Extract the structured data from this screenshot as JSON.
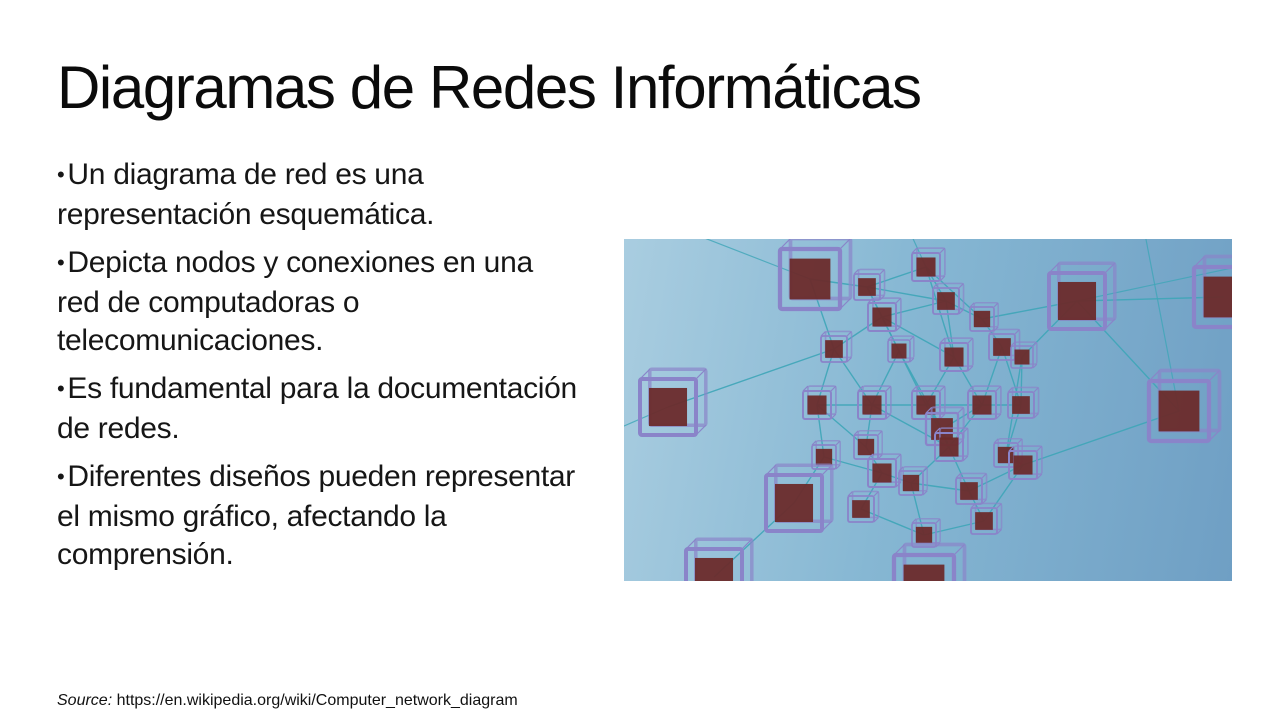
{
  "slide": {
    "title": "Diagramas de Redes Informáticas",
    "bullets": [
      "Un diagrama de red es una representación esquemática.",
      "Depicta nodos y conexiones en una red de computadoras o telecomunicaciones.",
      "Es fundamental para la documentación de redes.",
      "Diferentes diseños pueden representar el mismo gráfico, afectando la comprensión."
    ],
    "bullet_glyph": "•",
    "source_label": "Source:",
    "source_url": "https://en.wikipedia.org/wiki/Computer_network_diagram"
  },
  "image": {
    "icon": "network-nodes-illustration"
  },
  "colors": {
    "background": "#ffffff",
    "text": "#111111",
    "image_bg_light": "#a9cde0",
    "image_bg_dark": "#6f9fc4",
    "node_frame": "#8a84c9",
    "node_core": "#6b2b2b",
    "link": "#3fa6b8"
  }
}
